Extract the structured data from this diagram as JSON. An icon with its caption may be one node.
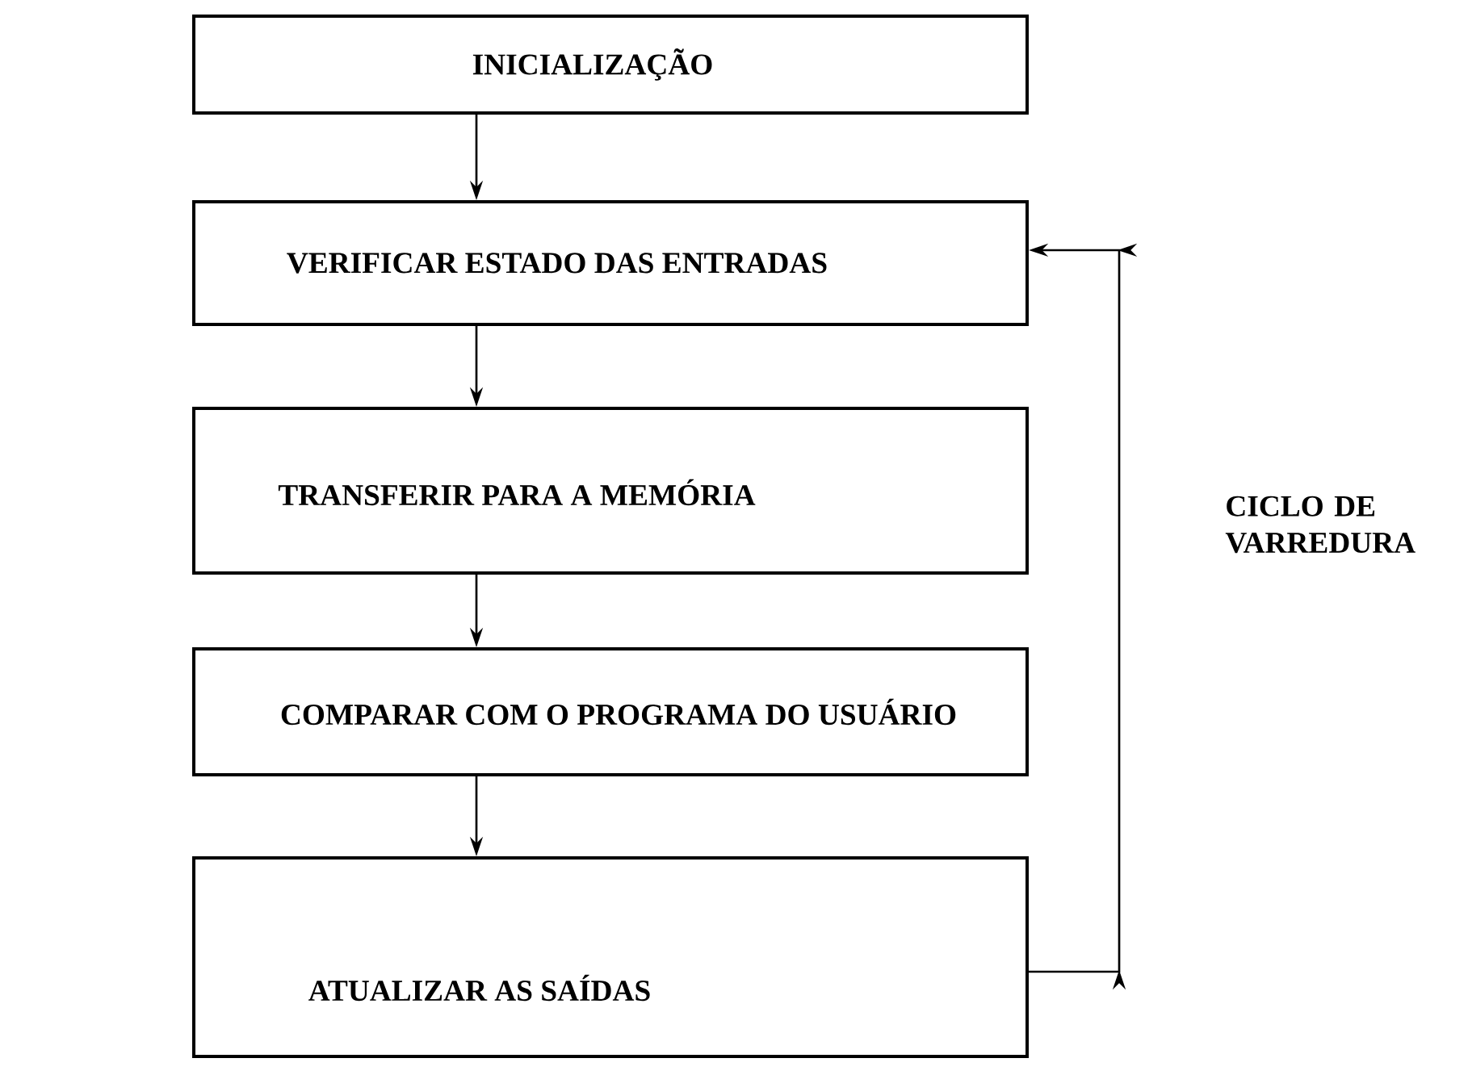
{
  "diagram": {
    "nodes": [
      {
        "text": [
          "INICIALIZAÇÃO"
        ]
      },
      {
        "text": [
          "VERIFICAR ESTADO DAS ENTRADAS"
        ]
      },
      {
        "text": [
          "TRANSFERIR PARA A MEMÓRIA"
        ]
      },
      {
        "text": [
          "COMPARAR COM O PROGRAMA DO USUÁRIO"
        ]
      },
      {
        "text": [
          "ATUALIZAR AS SAÍDAS"
        ]
      }
    ],
    "edges": [
      {
        "from": 0,
        "to": 1,
        "arrow": "to"
      },
      {
        "from": 1,
        "to": 2,
        "arrow": "to"
      },
      {
        "from": 2,
        "to": 3,
        "arrow": "to"
      },
      {
        "from": 3,
        "to": 4,
        "arrow": "to"
      },
      {
        "from": 4,
        "to": 1,
        "arrow": "to"
      }
    ],
    "labels": [
      "CICLO DE VARREDURA"
    ]
  }
}
